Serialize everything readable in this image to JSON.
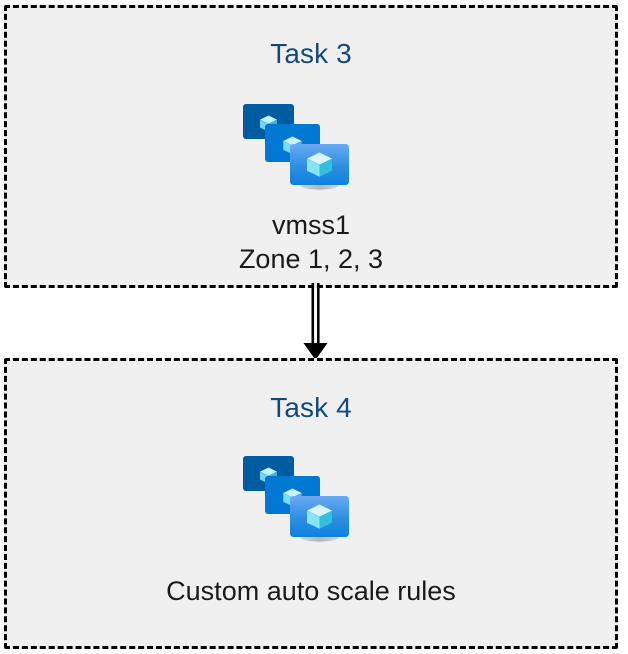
{
  "diagram": {
    "type": "flow-diagram",
    "background_color": "#ffffff",
    "box_fill_color": "#f0f0f0",
    "box_border_color": "#000000",
    "box_border_style": "dashed",
    "title_color": "#114A7B",
    "label_color": "#1a1a1a",
    "connector": {
      "name": "double-line-arrow",
      "direction": "down",
      "from": "Task 3",
      "to": "Task 4",
      "color": "#000000",
      "style": "double"
    },
    "boxes": [
      {
        "id": "task3",
        "title": "Task 3",
        "icon": "vmss-icon",
        "icon_label": "virtual machine scale set",
        "labels": [
          "vmss1",
          "Zone 1, 2, 3"
        ]
      },
      {
        "id": "task4",
        "title": "Task 4",
        "icon": "vmss-icon",
        "icon_label": "virtual machine scale set",
        "labels": [
          "Custom auto scale rules"
        ]
      }
    ]
  },
  "icon_colors": {
    "monitor_back": "#005BA1",
    "monitor_middle": "#0078D4",
    "monitor_front_top": "#5EA0EF",
    "monitor_front_bottom": "#0F87E8",
    "cube_light": "#C3F1FF",
    "cube_mid": "#9CEBFF",
    "cube_dark": "#32BEDD",
    "stand": "#B3B3B3"
  }
}
